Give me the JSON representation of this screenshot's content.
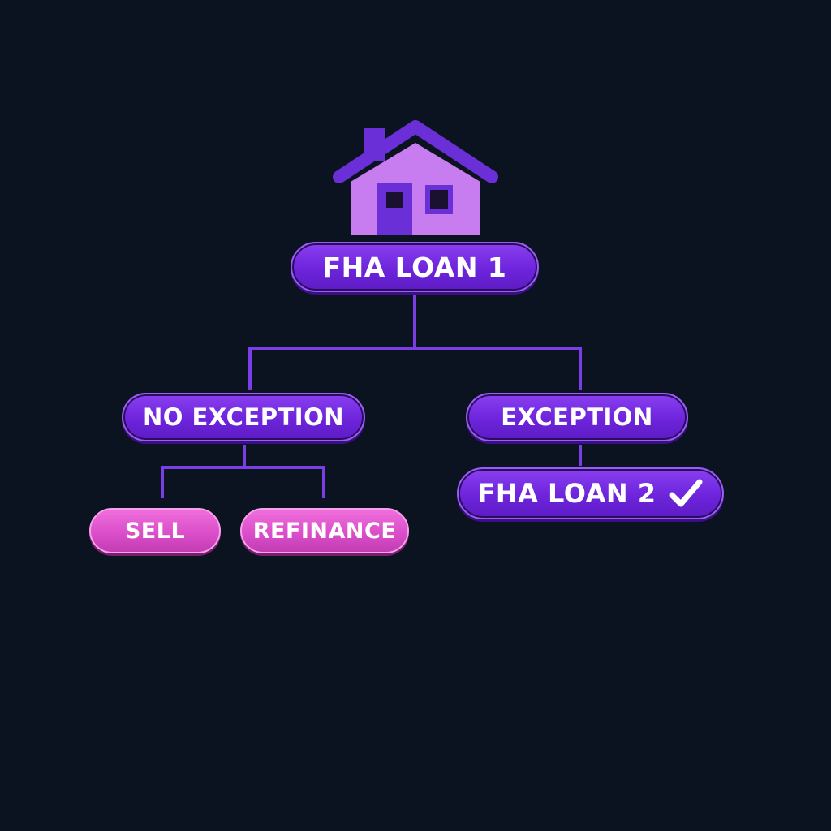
{
  "diagram": {
    "root": {
      "label": "FHA LOAN 1",
      "icon": "house-icon"
    },
    "branches": [
      {
        "label": "NO EXCEPTION",
        "children": [
          {
            "label": "SELL"
          },
          {
            "label": "REFINANCE"
          }
        ]
      },
      {
        "label": "EXCEPTION",
        "children": [
          {
            "label": "FHA LOAN 2",
            "icon": "checkmark-icon"
          }
        ]
      }
    ]
  },
  "colors": {
    "background": "#0c1320",
    "node_purple": "#6d24db",
    "node_pink": "#d94cc8",
    "connector": "#7a3ee6",
    "house_body": "#c77df0",
    "house_roof": "#6a2fd6"
  }
}
